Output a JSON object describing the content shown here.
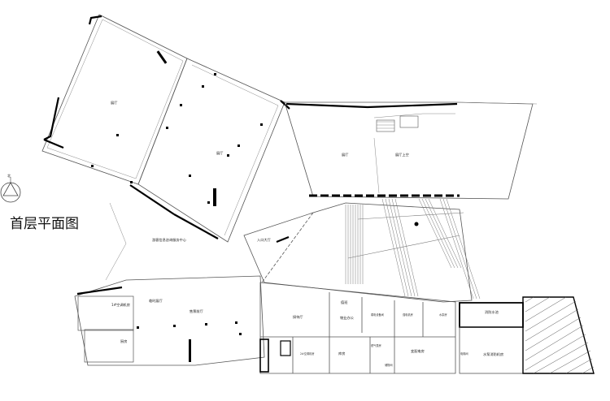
{
  "plan": {
    "title": "首层平面图",
    "north_label": "北",
    "rooms": {
      "exhibition_hall_upper": "展厅",
      "exhibition_hall_main": "展厅",
      "exhibition_hall_east": "展厅",
      "exhibition_void": "展厅上空",
      "service_center": "游客信息咨询服务中心",
      "lobby": "入口大厅",
      "temp_exhibition": "临时展厅",
      "ticket_hall": "售票前厅",
      "hvac_1": "1#空调机房",
      "kitchen": "厨房",
      "reception": "接待厅",
      "office": "值班",
      "property_office": "物业办公",
      "weak_current": "弱电设备间",
      "strong_current": "强电机房",
      "water_room": "水泵房",
      "fire_pool": "消防水池",
      "hvac_2": "2#空调机房",
      "storage": "库房",
      "gas_meter": "燃气表房",
      "utility": "储物间",
      "power_room": "变配电房",
      "fire_room": "水泵消防机房",
      "elevator": "电梯间"
    }
  }
}
